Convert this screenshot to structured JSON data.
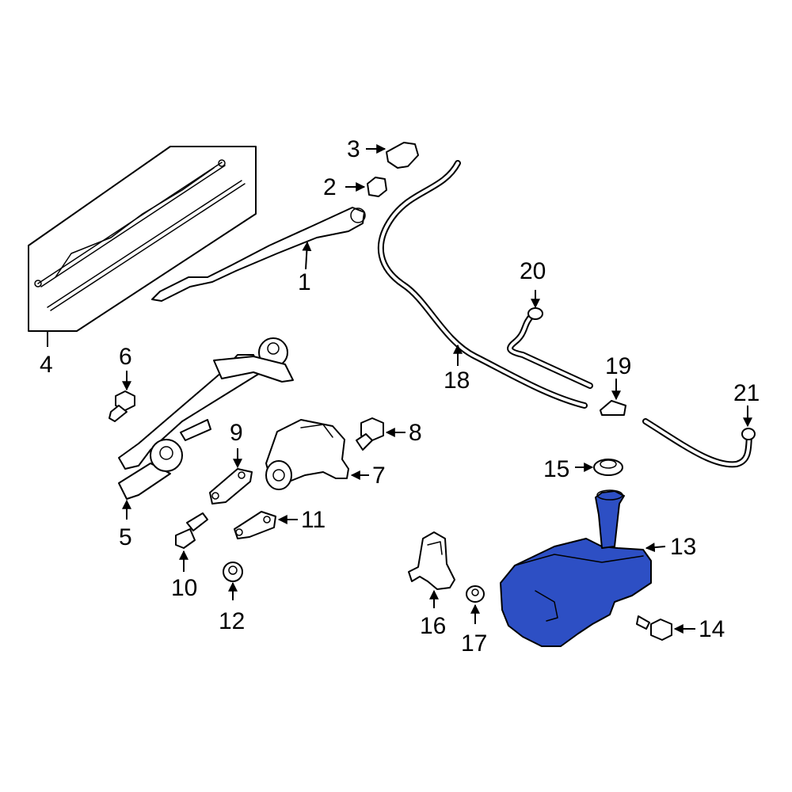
{
  "diagram": {
    "highlight_color": "#2d4fc4",
    "highlighted_part": "13",
    "callouts": [
      {
        "id": "c1",
        "label": "1"
      },
      {
        "id": "c2",
        "label": "2"
      },
      {
        "id": "c3",
        "label": "3"
      },
      {
        "id": "c4",
        "label": "4"
      },
      {
        "id": "c5",
        "label": "5"
      },
      {
        "id": "c6",
        "label": "6"
      },
      {
        "id": "c7",
        "label": "7"
      },
      {
        "id": "c8",
        "label": "8"
      },
      {
        "id": "c9",
        "label": "9"
      },
      {
        "id": "c10",
        "label": "10"
      },
      {
        "id": "c11",
        "label": "11"
      },
      {
        "id": "c12",
        "label": "12"
      },
      {
        "id": "c13",
        "label": "13"
      },
      {
        "id": "c14",
        "label": "14"
      },
      {
        "id": "c15",
        "label": "15"
      },
      {
        "id": "c16",
        "label": "16"
      },
      {
        "id": "c17",
        "label": "17"
      },
      {
        "id": "c18",
        "label": "18"
      },
      {
        "id": "c19",
        "label": "19"
      },
      {
        "id": "c20",
        "label": "20"
      },
      {
        "id": "c21",
        "label": "21"
      }
    ]
  }
}
